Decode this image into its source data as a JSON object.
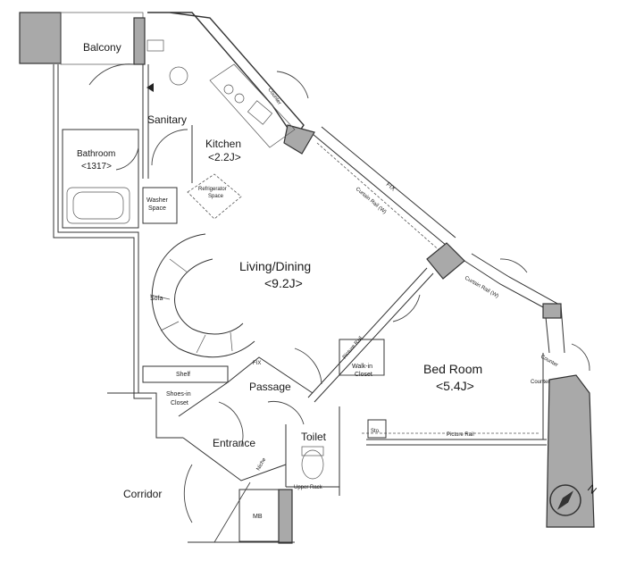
{
  "rooms": {
    "balcony": "Balcony",
    "sanitary": "Sanitary",
    "bathroom": "Bathroom",
    "bathroom_size": "<1317>",
    "washer_space_1": "Washer",
    "washer_space_2": "Space",
    "kitchen": "Kitchen",
    "kitchen_size": "<2.2J>",
    "refrigerator_1": "Refrigerator",
    "refrigerator_2": "Space",
    "living_dining": "Living/Dining",
    "living_dining_size": "<9.2J>",
    "sofa": "Sofa",
    "bed_room": "Bed Room",
    "bed_room_size": "<5.4J>",
    "walk_in_1": "Walk-in",
    "walk_in_2": "Closet",
    "shelf": "Shelf",
    "shoes_in_1": "Shoes-in",
    "shoes_in_2": "Closet",
    "passage": "Passage",
    "entrance": "Entrance",
    "toilet": "Toilet",
    "upper_rack": "Upper Rack",
    "niche": "Niche",
    "corridor": "Corridor",
    "mb": "MB",
    "sto": "Sto."
  },
  "annotations": {
    "fix_top": "FIX",
    "fix_passage": "FIX",
    "curtain_rail_w_1": "Curtain Rail (W)",
    "curtain_rail_w_2": "Curtain Rail (W)",
    "picture_rail_1": "Picture Rail",
    "picture_rail_2": "Picture Rail",
    "counter_kitchen": "Counter",
    "counter_bed": "Counter",
    "counter_corner": "Counter"
  },
  "compass": {
    "north_label": "N"
  }
}
